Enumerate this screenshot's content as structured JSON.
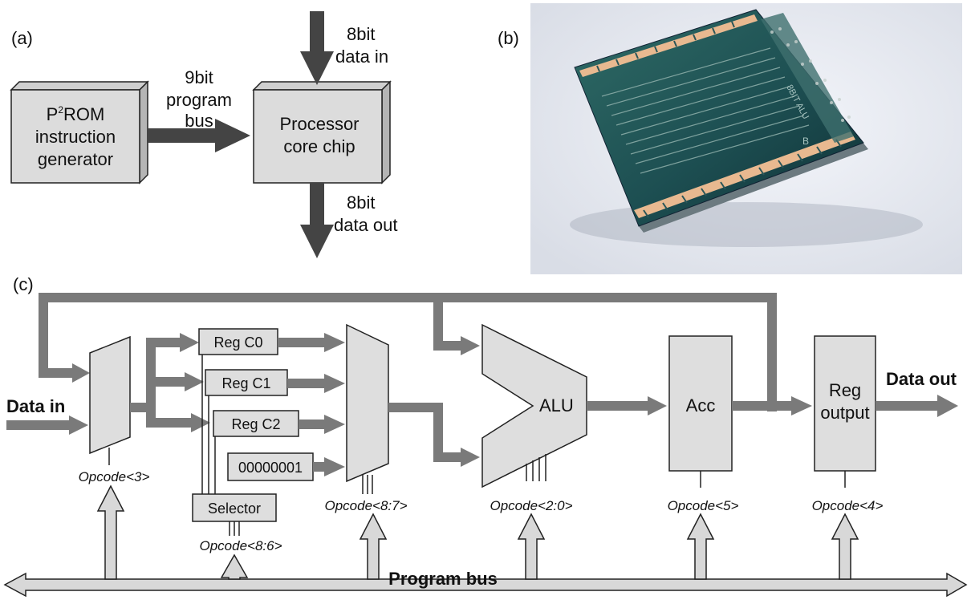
{
  "panel_a": {
    "label": "(a)",
    "rom_line1": "P",
    "rom_sup": "2",
    "rom_line1b": "ROM",
    "rom_line2": "instruction",
    "rom_line3": "generator",
    "core_line1": "Processor",
    "core_line2": "core chip",
    "bus_line1": "9bit",
    "bus_line2": "program",
    "bus_line3": "bus",
    "in_line1": "8bit",
    "in_line2": "data in",
    "out_line1": "8bit",
    "out_line2": "data out"
  },
  "panel_b": {
    "label": "(b)",
    "chip_text1": "8BIT ALU",
    "chip_text2": "B"
  },
  "panel_c": {
    "label": "(c)",
    "data_in": "Data in",
    "data_out": "Data out",
    "reg_c0": "Reg C0",
    "reg_c1": "Reg C1",
    "reg_c2": "Reg C2",
    "const": "00000001",
    "selector": "Selector",
    "alu": "ALU",
    "acc": "Acc",
    "reg_out1": "Reg",
    "reg_out2": "output",
    "op_mux1": "Opcode<3>",
    "op_sel": "Opcode<8:6>",
    "op_mux2": "Opcode<8:7>",
    "op_alu": "Opcode<2:0>",
    "op_acc": "Opcode<5>",
    "op_reg": "Opcode<4>",
    "program_bus": "Program bus"
  },
  "colors": {
    "arrow": "#7a7a7a",
    "dark_arrow": "#444444",
    "box_fill": "#dedede",
    "box_side": "#b8b8b8",
    "bus_fill": "#d8d8d8"
  }
}
